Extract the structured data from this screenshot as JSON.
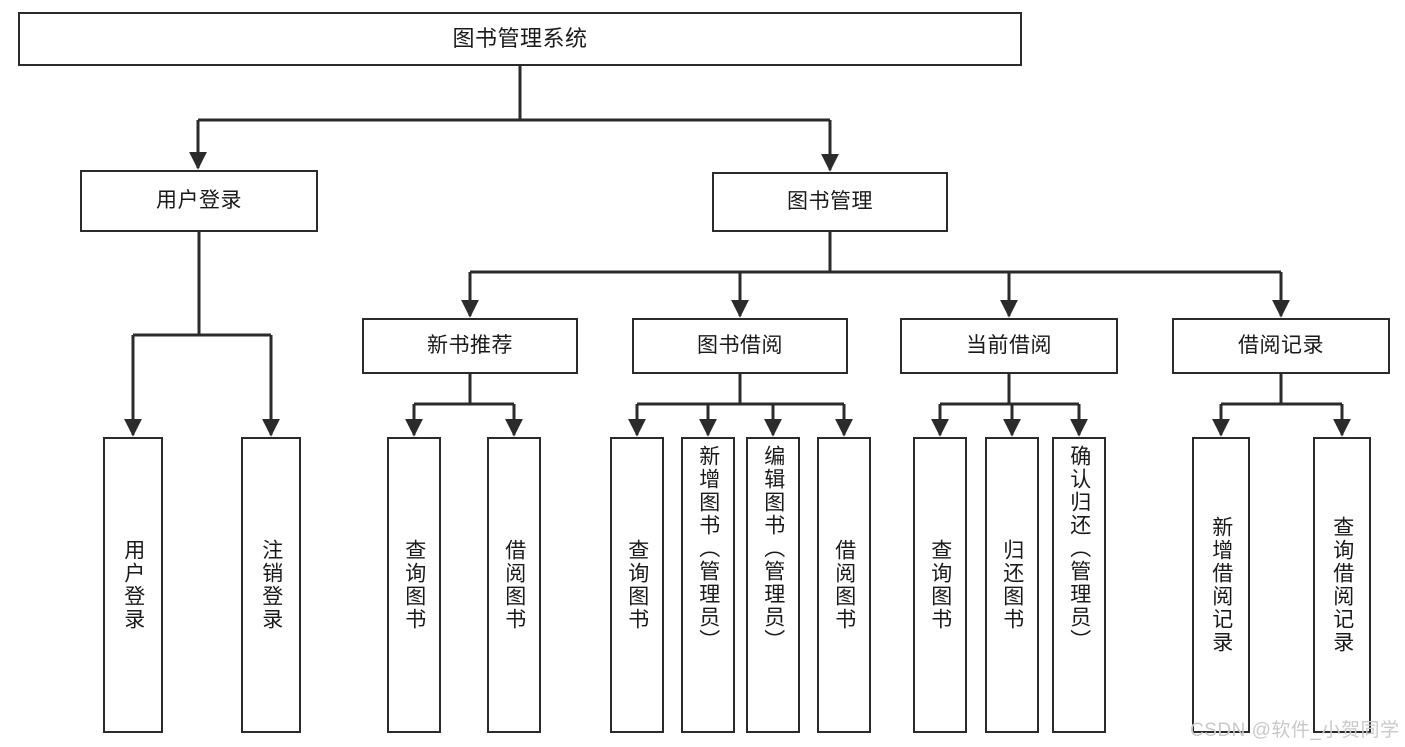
{
  "diagram": {
    "title": "图书管理系统",
    "type": "tree",
    "colors": {
      "node_border": "#2b2b2b",
      "node_fill": "#ffffff",
      "edge": "#2b2b2b",
      "text": "#1a1a1a",
      "watermark": "#c9c9c9",
      "background": "#ffffff"
    },
    "levels": {
      "root": {
        "label": "图书管理系统"
      },
      "level2": [
        {
          "label": "用户登录"
        },
        {
          "label": "图书管理"
        }
      ],
      "level3": [
        {
          "label": "新书推荐"
        },
        {
          "label": "图书借阅"
        },
        {
          "label": "当前借阅"
        },
        {
          "label": "借阅记录"
        }
      ],
      "leaves": [
        {
          "label": "用户登录",
          "parent": "用户登录"
        },
        {
          "label": "注销登录",
          "parent": "用户登录"
        },
        {
          "label": "查询图书",
          "parent": "新书推荐"
        },
        {
          "label": "借阅图书",
          "parent": "新书推荐"
        },
        {
          "label": "查询图书",
          "parent": "图书借阅"
        },
        {
          "label": "新增图书（管理员）",
          "parent": "图书借阅"
        },
        {
          "label": "编辑图书（管理员）",
          "parent": "图书借阅"
        },
        {
          "label": "借阅图书",
          "parent": "图书借阅"
        },
        {
          "label": "查询图书",
          "parent": "当前借阅"
        },
        {
          "label": "归还图书",
          "parent": "当前借阅"
        },
        {
          "label": "确认归还（管理员）",
          "parent": "当前借阅"
        },
        {
          "label": "新增借阅记录",
          "parent": "借阅记录"
        },
        {
          "label": "查询借阅记录",
          "parent": "借阅记录"
        }
      ]
    },
    "watermark": "CSDN @软件_小贺同学"
  }
}
